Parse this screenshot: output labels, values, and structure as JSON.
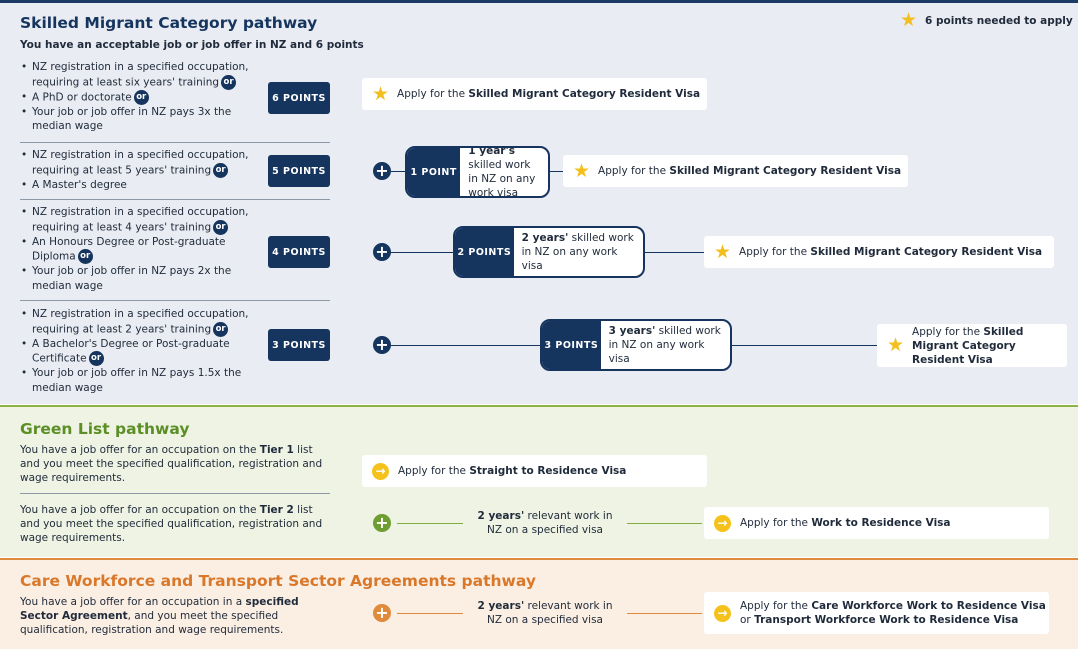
{
  "skilled": {
    "title": "Skilled Migrant Category pathway",
    "subtitle": "You have an acceptable job or job offer in NZ and 6 points",
    "legend": "6 points needed to apply",
    "or_label": "or",
    "rows": [
      {
        "criteria": [
          "NZ registration in a specified occupation, requiring at least six years' training",
          "A PhD or doctorate",
          "Your job or job offer in NZ pays 3x the median wage"
        ],
        "points": "6 POINTS",
        "apply_prefix": "Apply for the",
        "apply_visa": "Skilled Migrant Category Resident Visa"
      },
      {
        "criteria": [
          "NZ registration in a specified occupation, requiring at least 5 years' training",
          "A Master's degree"
        ],
        "points": "5 POINTS",
        "extra_points": "1 POINT",
        "extra_bold": "1 year's",
        "extra_rest": "skilled work in NZ on any work visa",
        "apply_prefix": "Apply for the",
        "apply_visa": "Skilled Migrant Category Resident Visa"
      },
      {
        "criteria": [
          "NZ registration in a specified occupation, requiring at least 4 years' training",
          "An Honours Degree or Post-graduate Diploma",
          "Your job or job offer in NZ pays 2x the median wage"
        ],
        "points": "4 POINTS",
        "extra_points": "2 POINTS",
        "extra_bold": "2 years'",
        "extra_rest": "skilled work in NZ on any work visa",
        "apply_prefix": "Apply for the",
        "apply_visa": "Skilled Migrant Category Resident Visa"
      },
      {
        "criteria": [
          "NZ registration in a specified occupation, requiring at least 2 years' training",
          "A Bachelor's Degree or Post-graduate Certificate",
          "Your job or job offer in NZ pays 1.5x the median wage"
        ],
        "points": "3 POINTS",
        "extra_points": "3 POINTS",
        "extra_bold": "3 years'",
        "extra_rest": "skilled work in NZ on any work visa",
        "apply_prefix": "Apply for the",
        "apply_visa": "Skilled Migrant Category Resident Visa"
      }
    ]
  },
  "green": {
    "title": "Green List pathway",
    "tier1": {
      "pre": "You have a job offer for an occupation on the",
      "tier": "Tier 1",
      "post": "list and you meet the specified qualification, registration and wage requirements.",
      "apply_prefix": "Apply for the",
      "apply_visa": "Straight to Residence Visa"
    },
    "tier2": {
      "pre": "You have a job offer for an occupation on the",
      "tier": "Tier 2",
      "post": "list and you meet the specified qualification, registration and wage requirements.",
      "work_bold": "2 years'",
      "work_rest": "relevant work in NZ on a specified visa",
      "apply_prefix": "Apply for the",
      "apply_visa": "Work to Residence Visa"
    }
  },
  "care": {
    "title": "Care Workforce and Transport Sector Agreements pathway",
    "pre": "You have a job offer for an occupation in a",
    "bold": "specified Sector Agreement",
    "post": ", and you meet the specified qualification, registration and wage requirements.",
    "work_bold": "2 years'",
    "work_rest": "relevant work in NZ on a specified visa",
    "apply_prefix": "Apply for the",
    "apply_visa1": "Care Workforce Work to Residence Visa",
    "apply_or": "or",
    "apply_visa2": "Transport Workforce Work to Residence Visa"
  },
  "colors": {
    "navy": "#15345e",
    "green": "#6e9e31",
    "orange": "#e08a3c",
    "star": "#f3bf1f",
    "arrow": "#f5c21b"
  },
  "icons": [
    "star-icon",
    "plus-icon",
    "arrow-right-icon"
  ]
}
